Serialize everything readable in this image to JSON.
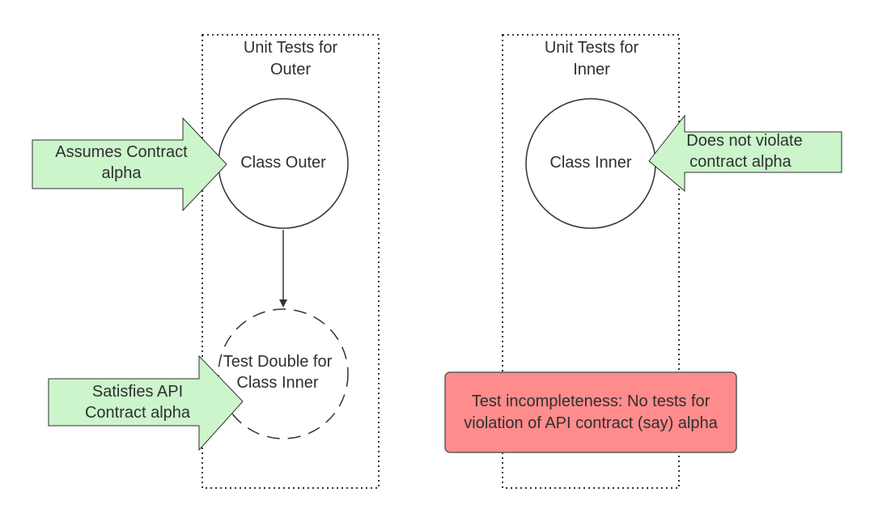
{
  "boundaries": {
    "outer_title": [
      "Unit Tests for",
      "Outer"
    ],
    "inner_title": [
      "Unit Tests for",
      "Inner"
    ]
  },
  "nodes": {
    "class_outer": "Class Outer",
    "test_double": [
      "Test Double for",
      "Class Inner"
    ],
    "class_inner": "Class Inner"
  },
  "callouts": {
    "assumes_contract": [
      "Assumes Contract",
      "alpha"
    ],
    "satisfies_contract": [
      "Satisfies API",
      "Contract alpha"
    ],
    "does_not_violate": [
      "Does not violate",
      "contract alpha"
    ]
  },
  "warning": {
    "text": [
      "Test incompleteness: No tests for",
      "violation of API contract (say) alpha"
    ]
  },
  "colors": {
    "arrow_fill": "#ccf5cc",
    "arrow_stroke": "#2f2f2f",
    "warning_fill": "#ff8c8c",
    "warning_stroke": "#5a5a5a",
    "line": "#333333"
  }
}
